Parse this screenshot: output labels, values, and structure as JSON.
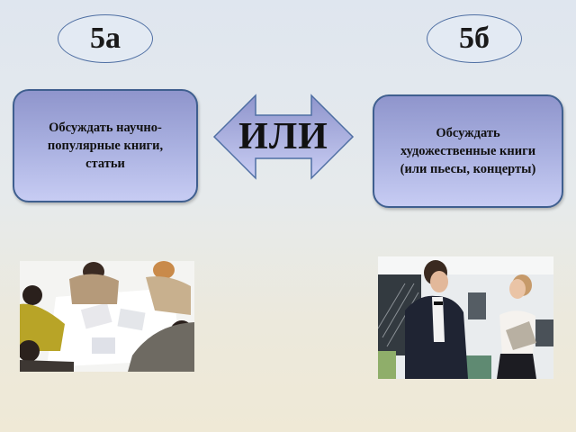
{
  "option_a": {
    "label": "5а",
    "text_lines": [
      "Обсуждать научно-",
      "популярные книги,",
      "статьи"
    ]
  },
  "separator": {
    "label": "ИЛИ",
    "icon": "double-arrow-icon"
  },
  "option_b": {
    "label": "5б",
    "text_lines": [
      "Обсуждать",
      "художественные книги",
      "(или пьесы, концерты)"
    ]
  },
  "images": {
    "left": "group-discussion-photo",
    "right": "conversation-photo"
  },
  "colors": {
    "box_border": "#3f5f8f",
    "box_fill_top": "#8f95cc",
    "box_fill_bottom": "#c7ccf3",
    "ellipse_border": "#4f6fa3"
  }
}
